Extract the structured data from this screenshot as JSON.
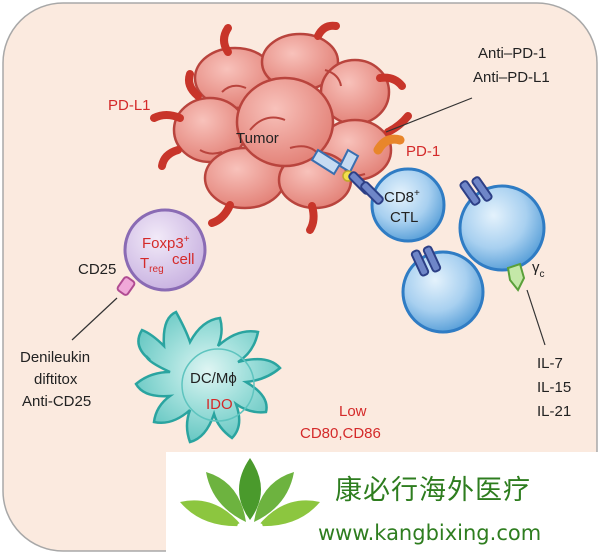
{
  "labels": {
    "pdl1": "PD-L1",
    "tumor": "Tumor",
    "anti_pd1": "Anti–PD-1",
    "anti_pdl1": "Anti–PD-L1",
    "pd1": "PD-1",
    "cd8": "CD8",
    "cd8_sup": "+",
    "ctl": "CTL",
    "foxp3": "Foxp3",
    "foxp3_sup": "+",
    "treg_t": "T",
    "treg_sub": "reg",
    "cell": "cell",
    "cd25": "CD25",
    "gamma": "γ",
    "gamma_sub": "c",
    "denileukin": "Denileukin",
    "diftitox": "diftitox",
    "anti_cd25": "Anti-CD25",
    "dc": "DC/Mϕ",
    "ido": "IDO",
    "low": "Low",
    "cd80_86": "CD80,CD86",
    "il7": "IL-7",
    "il15": "IL-15",
    "il21": "IL-21"
  },
  "watermark": {
    "brand": "康必行海外医疗",
    "url": "www.kangbixing.com",
    "logo": "lotus-logo-icon"
  },
  "colors": {
    "background_panel": "#fbeadf",
    "tumor_fill": "#e98d84",
    "tumor_stroke": "#b9443d",
    "pdl1": "#c8352a",
    "pd1": "#e8862a",
    "tcell_fill": "#a8d0f0",
    "tcell_stroke": "#2f7cc4",
    "treg_fill": "#d8c6ea",
    "treg_stroke": "#8a6bb4",
    "dc_fill": "#7fd3cf",
    "dc_stroke": "#2aa4a0",
    "red_text": "#d42a2a",
    "watermark_green": "#2e7d1f"
  }
}
